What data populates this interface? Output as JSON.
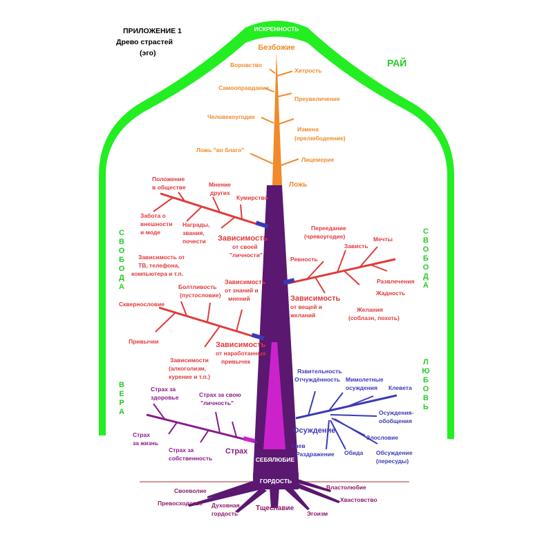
{
  "header": {
    "line1": "ПРИЛОЖЕНИЕ 1",
    "line2": "Древо страстей",
    "line3": "(эго)"
  },
  "arch": {
    "top_label": "ИСКРЕННОСТЬ",
    "rai": "РАЙ",
    "left_upper_letters": [
      "С",
      "В",
      "О",
      "Б",
      "О",
      "Д",
      "А"
    ],
    "left_lower_letters": [
      "В",
      "Е",
      "Р",
      "А"
    ],
    "right_upper_letters": [
      "С",
      "В",
      "О",
      "Б",
      "О",
      "Д",
      "А"
    ],
    "right_lower_letters": [
      "Л",
      "Ю",
      "Б",
      "О",
      "В",
      "Ь"
    ]
  },
  "orange": {
    "top": "Безбожие",
    "bottom": "Ложь",
    "items": [
      "Воровство",
      "Хитрость",
      "Самооправдание",
      "Преувеличение",
      "Человекоугодие",
      "Измена",
      "(прелюбодеяние)",
      "Ложь \"во благо\"",
      "Лицемерие"
    ]
  },
  "red1": {
    "title": "Зависимость",
    "sub1": "от своей",
    "sub2": "\"личности\"",
    "items": [
      "Положение",
      "в обществе",
      "Мнение",
      "других",
      "Кумирство",
      "Забота о",
      "внешности",
      "и моде",
      "Награды,",
      "звания,",
      "почести"
    ]
  },
  "red2": {
    "title": "Зависимость",
    "sub1": "от вещей и",
    "sub2": "желаний",
    "items": [
      "Переедание",
      "(чревоугодие)",
      "Мечты",
      "Зависть",
      "Ревность",
      "Развлечения",
      "Жадность",
      "Желания",
      "(соблазн, похоть)"
    ]
  },
  "red3": {
    "title": "Зависимость",
    "sub1": "от знаний и",
    "sub2": "мнений",
    "items": [
      "Зависимость от",
      "ТВ, телефона,",
      "компьютера и т.п.",
      "Болтливость",
      "(пустословие)"
    ]
  },
  "red4": {
    "title": "Зависимость",
    "sub1": "от наработанных",
    "sub2": "привычек",
    "items": [
      "Сквернословие",
      "Привычки",
      "Зависимости",
      "(алкоголизм,",
      "курение и т.п.)"
    ]
  },
  "blue": {
    "title": "Осуждение",
    "items": [
      "Язвительность",
      "Отчуждённость",
      "Мимолетные",
      "осуждения",
      "Клевета",
      "Осуждения-",
      "обобщения",
      "Злословие",
      "Гнев",
      "Раздражение",
      "Обида",
      "Обсуждение",
      "(пересуды)"
    ]
  },
  "purple": {
    "title": "Страх",
    "items": [
      "Страх за",
      "здоровье",
      "Страх за свою",
      "\"личность\"",
      "Страх",
      "за жизнь",
      "Страх за",
      "собственность"
    ]
  },
  "trunk": {
    "selflove": "СЕБЯЛЮБИЕ",
    "pride": "ГОРДОСТЬ"
  },
  "roots": {
    "items": [
      "Своеволие",
      "Властолюбие",
      "Превосходство",
      "Духовная",
      "гордость",
      "Тщеславие",
      "Хвастовство",
      "Эгоизм"
    ]
  },
  "colors": {
    "arch": "#22ee22",
    "orange": "#f08a2a",
    "red": "#e03a3a",
    "blue": "#3a3ab8",
    "purple": "#8a1a8a",
    "trunk": "#5a1870",
    "trunk_inner": "#cc22cc",
    "line": "#c87070"
  }
}
